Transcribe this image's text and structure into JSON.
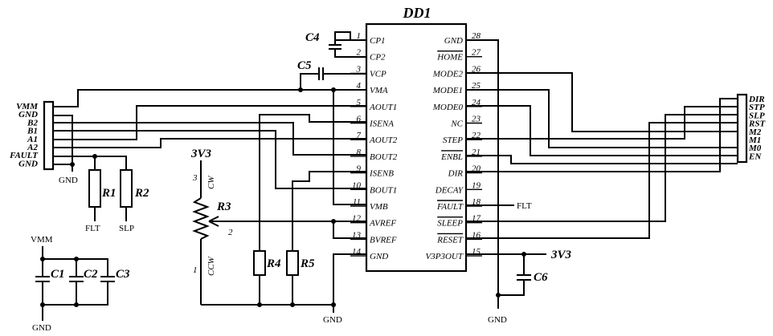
{
  "chip": {
    "ref": "DD1",
    "left_pins": [
      {
        "num": "1",
        "name": "CP1",
        "bar": false
      },
      {
        "num": "2",
        "name": "CP2",
        "bar": false
      },
      {
        "num": "3",
        "name": "VCP",
        "bar": false
      },
      {
        "num": "4",
        "name": "VMA",
        "bar": false
      },
      {
        "num": "5",
        "name": "AOUT1",
        "bar": false
      },
      {
        "num": "6",
        "name": "ISENA",
        "bar": false
      },
      {
        "num": "7",
        "name": "AOUT2",
        "bar": false
      },
      {
        "num": "8",
        "name": "BOUT2",
        "bar": false
      },
      {
        "num": "9",
        "name": "ISENB",
        "bar": false
      },
      {
        "num": "10",
        "name": "BOUT1",
        "bar": false
      },
      {
        "num": "11",
        "name": "VMB",
        "bar": false
      },
      {
        "num": "12",
        "name": "AVREF",
        "bar": false
      },
      {
        "num": "13",
        "name": "BVREF",
        "bar": false
      },
      {
        "num": "14",
        "name": "GND",
        "bar": false
      }
    ],
    "right_pins": [
      {
        "num": "28",
        "name": "GND",
        "bar": false
      },
      {
        "num": "27",
        "name": "HOME",
        "bar": true
      },
      {
        "num": "26",
        "name": "MODE2",
        "bar": false
      },
      {
        "num": "25",
        "name": "MODE1",
        "bar": false
      },
      {
        "num": "24",
        "name": "MODE0",
        "bar": false
      },
      {
        "num": "23",
        "name": "NC",
        "bar": false
      },
      {
        "num": "22",
        "name": "STEP",
        "bar": false
      },
      {
        "num": "21",
        "name": "ENBL",
        "bar": true
      },
      {
        "num": "20",
        "name": "DIR",
        "bar": false
      },
      {
        "num": "19",
        "name": "DECAY",
        "bar": false
      },
      {
        "num": "18",
        "name": "FAULT",
        "bar": true
      },
      {
        "num": "17",
        "name": "SLEEP",
        "bar": true
      },
      {
        "num": "16",
        "name": "RESET",
        "bar": true
      },
      {
        "num": "15",
        "name": "V3P3OUT",
        "bar": false
      }
    ]
  },
  "left_connector": [
    "VMM",
    "GND",
    "B2",
    "B1",
    "A1",
    "A2",
    "FAULT",
    "GND"
  ],
  "right_connector": [
    "DIR",
    "STP",
    "SLP",
    "RST",
    "M2",
    "M1",
    "M0",
    "EN"
  ],
  "components": {
    "c1": "C1",
    "c2": "C2",
    "c3": "C3",
    "c4": "C4",
    "c5": "C5",
    "c6": "C6",
    "r1": "R1",
    "r2": "R2",
    "r3": "R3",
    "r4": "R4",
    "r5": "R5"
  },
  "nets": {
    "gnd": "GND",
    "vmm": "VMM",
    "flt": "FLT",
    "slp": "SLP",
    "v3v3": "3V3"
  },
  "pot": {
    "pin_cw": "3",
    "pin_wiper": "2",
    "pin_ccw": "1",
    "cw": "CW",
    "ccw": "CCW"
  }
}
